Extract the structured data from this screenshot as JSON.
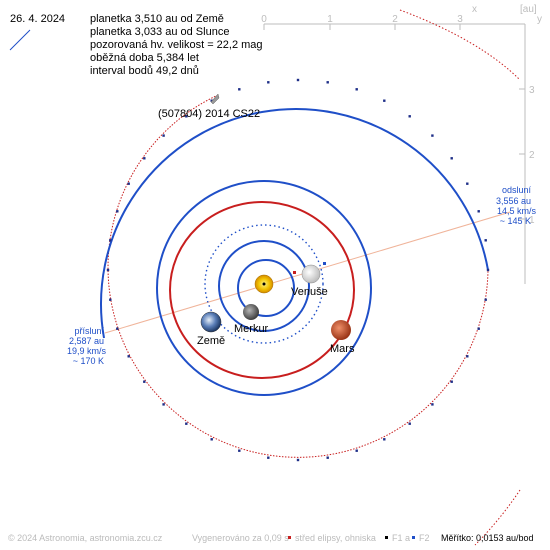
{
  "header": {
    "date": "26. 4. 2024",
    "info_lines": [
      "planetka 3,510 au od Země",
      "planetka 3,033 au od Slunce",
      "pozorovaná hv. velikost = 22,2 mag",
      "oběžná doba 5,384 let",
      "interval bodů 49,2 dnů"
    ]
  },
  "axes": {
    "unit_label": "[au]",
    "x_name": "x",
    "y_name": "y",
    "x_ticks": [
      "0",
      "1",
      "2",
      "3"
    ],
    "y_ticks": [
      "3",
      "2",
      "1"
    ]
  },
  "object_label": "(507804) 2014 CS22",
  "bodies": {
    "venus": "Venuše",
    "mercury": "Merkur",
    "earth": "Země",
    "mars": "Mars"
  },
  "aphelion": {
    "title": "odsluní",
    "distance": "3,556 au",
    "speed": "14,5 km/s",
    "temp": "~ 145 K"
  },
  "perihelion": {
    "title": "přísluní",
    "distance": "2,587 au",
    "speed": "19,9 km/s",
    "temp": "~ 170 K"
  },
  "footer": {
    "copyright": "© 2024 Astronomia, astronomia.zcu.cz",
    "generated": "Vygenerováno za 0,09 s",
    "legend_center": "střed elipsy, ohniska",
    "legend_f1": "F1 a",
    "legend_f2": "F2",
    "scale": "Měřítko: 0,0153 au/bod"
  },
  "colors": {
    "asteroid_orbit_near": "#1f4fc8",
    "asteroid_orbit_far": "#c81e1e",
    "earth_orbit": "#1f4fc8",
    "mars_orbit": "#c81e1e",
    "apsis_line": "#f0b49a",
    "axis": "#bdbdbd",
    "aphelion_text": "#1f4fc8"
  }
}
